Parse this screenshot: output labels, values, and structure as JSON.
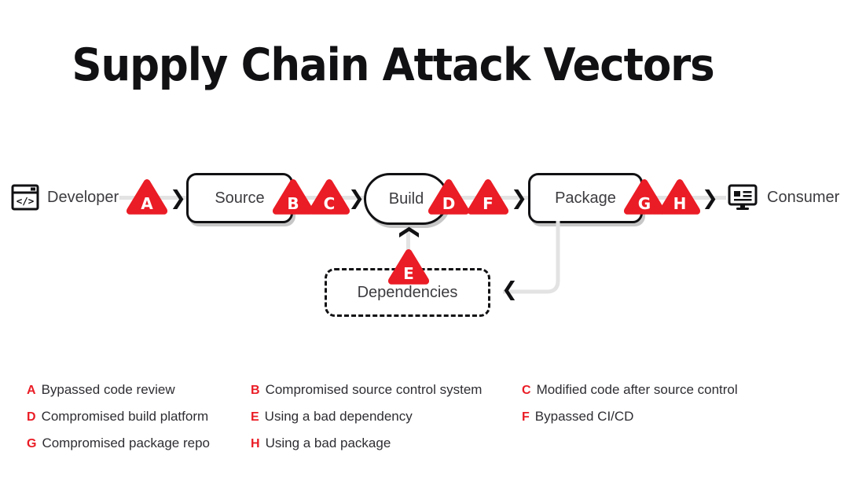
{
  "title": "Supply Chain Attack Vectors",
  "diagram": {
    "type": "supply-chain-flow",
    "endpoints": [
      {
        "id": "developer",
        "label": "Developer",
        "icon": "code-window-icon"
      },
      {
        "id": "consumer",
        "label": "Consumer",
        "icon": "monitor-icon"
      }
    ],
    "nodes": [
      {
        "id": "source",
        "label": "Source",
        "shape": "rounded-rect",
        "style": "solid"
      },
      {
        "id": "build",
        "label": "Build",
        "shape": "pill",
        "style": "solid"
      },
      {
        "id": "package",
        "label": "Package",
        "shape": "rounded-rect",
        "style": "solid"
      },
      {
        "id": "dependencies",
        "label": "Dependencies",
        "shape": "rounded-rect",
        "style": "dashed"
      }
    ],
    "threats": [
      {
        "key": "A",
        "after": "developer"
      },
      {
        "key": "B",
        "after": "source"
      },
      {
        "key": "C",
        "after": "source"
      },
      {
        "key": "D",
        "after": "build"
      },
      {
        "key": "E",
        "after": "dependencies"
      },
      {
        "key": "F",
        "after": "build"
      },
      {
        "key": "G",
        "after": "package"
      },
      {
        "key": "H",
        "after": "package"
      }
    ]
  },
  "legend": {
    "rows": [
      [
        {
          "key": "A",
          "desc": "Bypassed code review"
        },
        {
          "key": "B",
          "desc": "Compromised source control system"
        },
        {
          "key": "C",
          "desc": "Modified code after source control"
        }
      ],
      [
        {
          "key": "D",
          "desc": "Compromised build platform"
        },
        {
          "key": "E",
          "desc": "Using a bad dependency"
        },
        {
          "key": "F",
          "desc": "Bypassed CI/CD"
        }
      ],
      [
        {
          "key": "G",
          "desc": "Compromised package repo"
        },
        {
          "key": "H",
          "desc": "Using a bad package"
        }
      ]
    ]
  },
  "colors": {
    "threat_red": "#ea1c25",
    "ink": "#111114",
    "text": "#3c3c40",
    "rail": "#e3e3e3",
    "background": "#ffffff"
  }
}
